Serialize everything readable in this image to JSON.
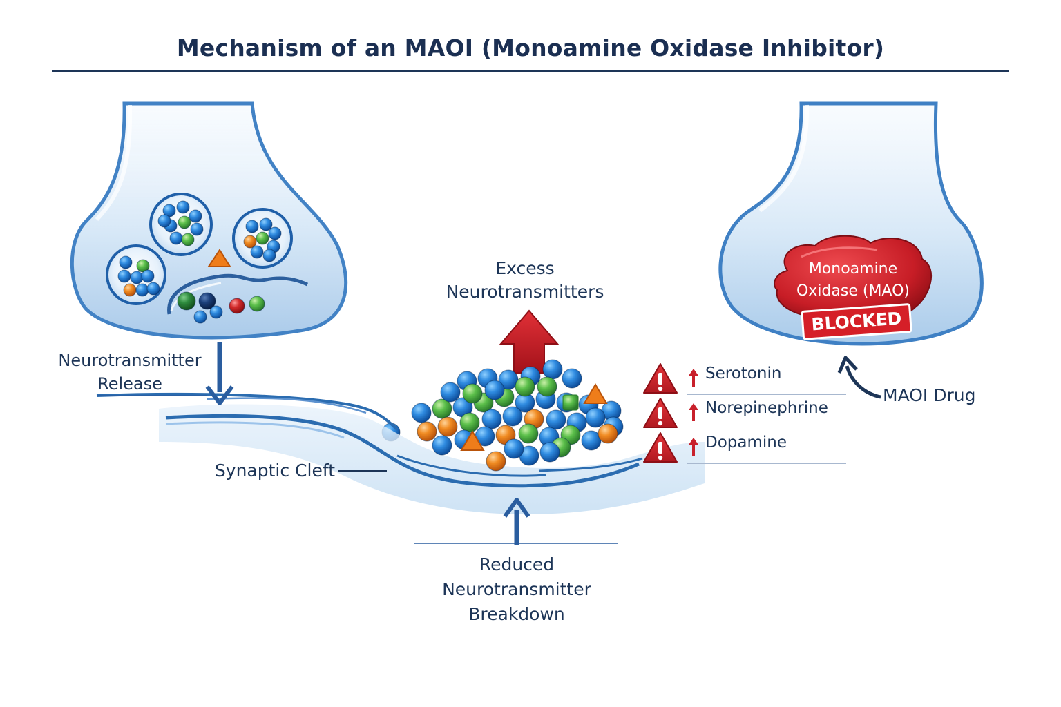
{
  "title": "Mechanism of an MAOI (Monoamine Oxidase Inhibitor)",
  "labels": {
    "release": [
      "Neurotransmitter",
      "Release"
    ],
    "excess": [
      "Excess",
      "Neurotransmitters"
    ],
    "synaptic_cleft": "Synaptic Cleft",
    "reduced": [
      "Reduced",
      "Neurotransmitter",
      "Breakdown"
    ],
    "maoi_drug": "MAOI Drug",
    "enzyme": [
      "Monoamine",
      "Oxidase (MAO)"
    ],
    "blocked": "BLOCKED"
  },
  "neurotransmitters": [
    {
      "name": "Serotonin",
      "change": "increased"
    },
    {
      "name": "Norepinephrine",
      "change": "increased"
    },
    {
      "name": "Dopamine",
      "change": "increased"
    }
  ],
  "colors": {
    "navy": "#1d3557",
    "arrow_blue": "#2a5d9f",
    "alert_red": "#c8202b",
    "membrane": "#cfe2f3",
    "molecule_blue": "#1e73c8",
    "molecule_green": "#4caf50",
    "molecule_orange": "#ef7d1a"
  },
  "icons": [
    "down-arrow-icon",
    "up-arrow-icon",
    "warning-icon",
    "curved-arrow-icon",
    "molecule-icon"
  ]
}
